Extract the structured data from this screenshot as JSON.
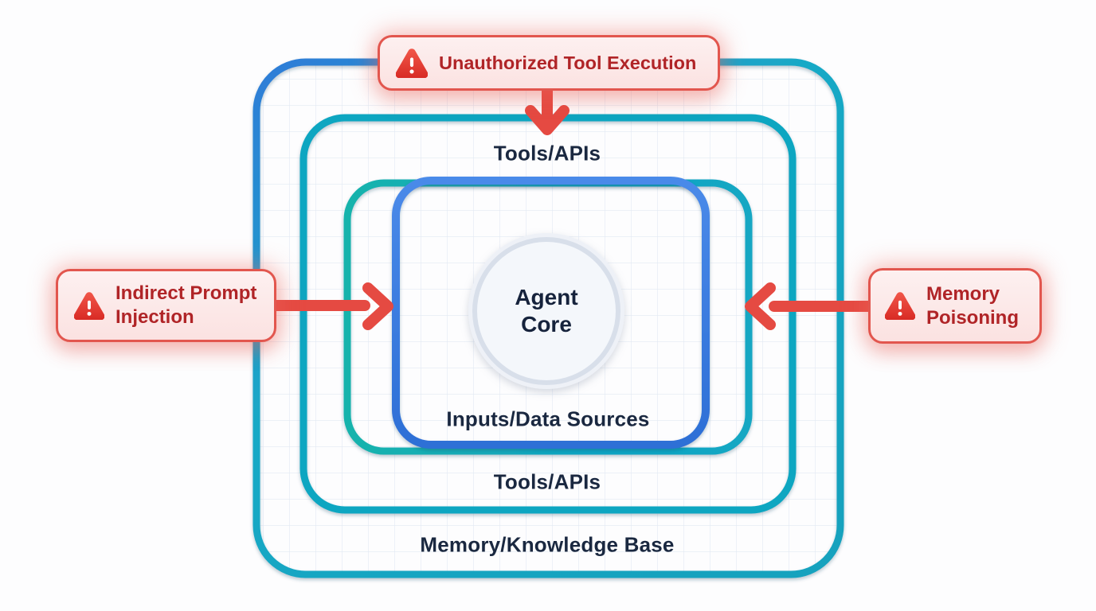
{
  "diagram": {
    "name": "agent-security-layers",
    "core": {
      "line1": "Agent",
      "line2": "Core"
    },
    "rings": {
      "outer_label": "Memory/Knowledge Base",
      "tools_top_label": "Tools/APIs",
      "tools_bottom_label": "Tools/APIs",
      "inputs_label": "Inputs/Data Sources"
    }
  },
  "threats": {
    "top": {
      "label": "Unauthorized Tool Execution"
    },
    "left": {
      "line1": "Indirect Prompt",
      "line2": "Injection"
    },
    "right": {
      "line1": "Memory",
      "line2": "Poisoning"
    }
  },
  "colors": {
    "ring_blue": "#2f7cd8",
    "ring_teal": "#12a7c3",
    "ring_teal_green": "#16b3ac",
    "threat_border": "#e2564e",
    "threat_text": "#b02427",
    "arrow_red": "#e54a42",
    "label_navy": "#1a2840",
    "grid_line": "#e2e9f3",
    "core_fill": "#f4f7fb",
    "core_ring": "#d8dfea"
  }
}
